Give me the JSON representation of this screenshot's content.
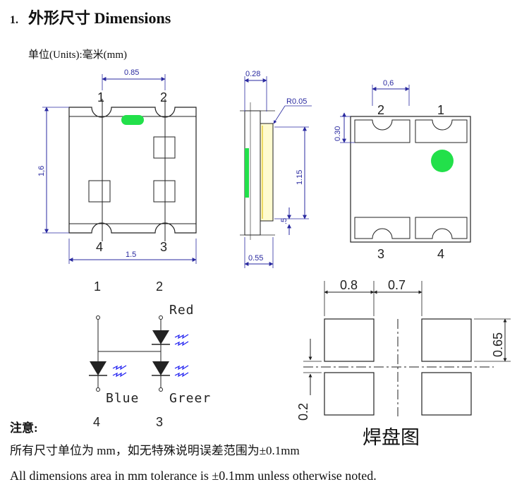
{
  "heading": {
    "number": "1.",
    "title": "外形尺寸 Dimensions"
  },
  "units": "单位(Units):毫米(mm)",
  "top_view": {
    "pins_top": [
      "1",
      "2"
    ],
    "pins_bottom": [
      "4",
      "3"
    ],
    "dim_pitch": "0.85",
    "dim_height": "1,6",
    "dim_width": "1.5",
    "marker_color": "#22e04a"
  },
  "side_view": {
    "dim_thickness": "0.28",
    "dim_radius": "R0.05",
    "dim_length": "1.15",
    "dim_small": ".5",
    "dim_base": "0.55"
  },
  "bottom_view": {
    "pins_top": [
      "2",
      "1"
    ],
    "pins_bottom": [
      "3",
      "4"
    ],
    "dim_pitch": "0,6",
    "dim_offset": "0.30",
    "marker_color": "#22e04a"
  },
  "circuit": {
    "pin_labels_top": [
      "1",
      "2"
    ],
    "pin_labels_bottom": [
      "4",
      "3"
    ],
    "led_red": "Red",
    "led_blue": "Blue",
    "led_green": "Greer",
    "light_color": "#1a1af0"
  },
  "pad_layout": {
    "dim_pad_width": "0.8",
    "dim_gap": "0.7",
    "dim_pad_height": "0.65",
    "dim_pad_gap": "0.2",
    "title": "焊盘图"
  },
  "notes": {
    "title": "注意:",
    "chinese": "所有尺寸单位为 mm，如无特殊说明误差范围为±0.1mm",
    "english": "All dimensions area in mm tolerance is ±0.1mm unless otherwise noted."
  }
}
